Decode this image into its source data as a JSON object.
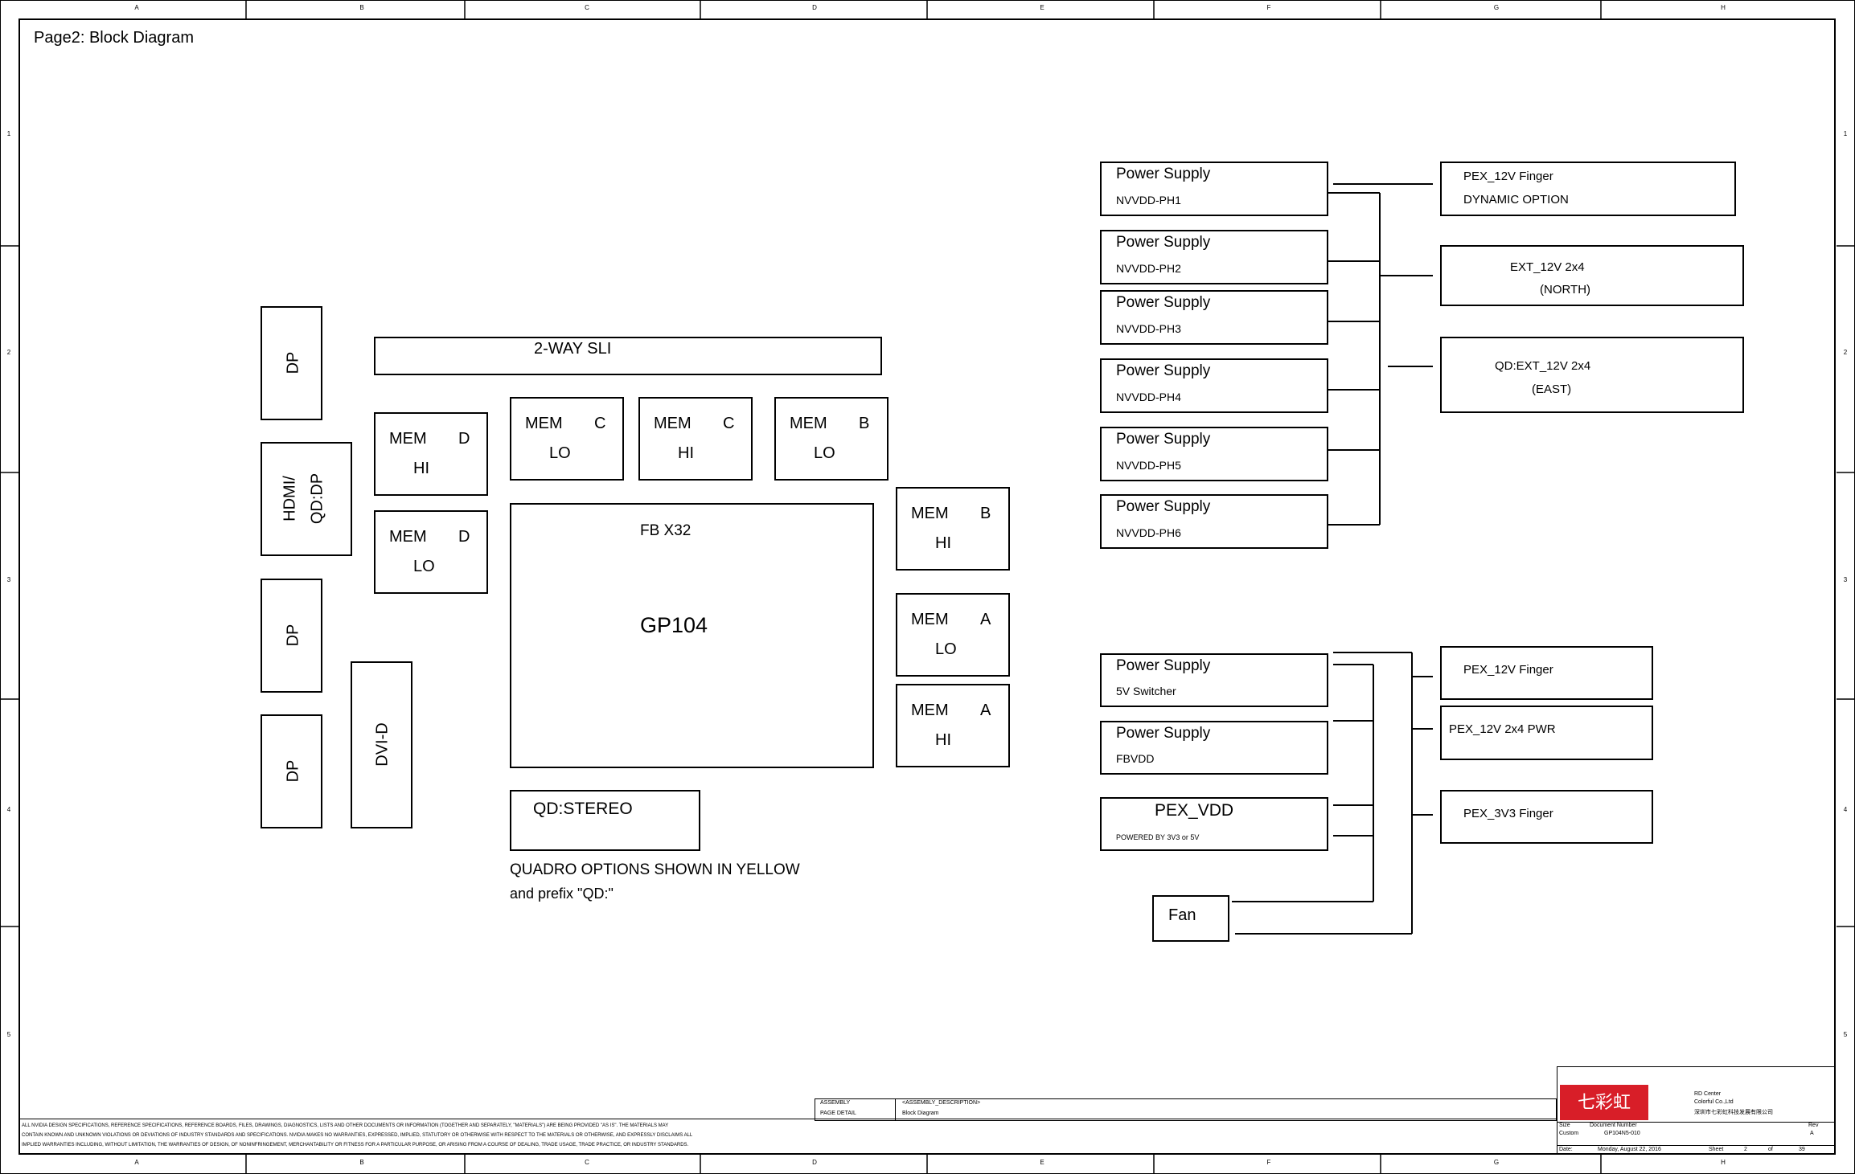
{
  "page_title": "Page2: Block Diagram",
  "ruler": {
    "cols": [
      "A",
      "B",
      "C",
      "D",
      "E",
      "F",
      "G",
      "H"
    ],
    "rows": [
      "1",
      "2",
      "3",
      "4",
      "5"
    ]
  },
  "connectors": {
    "dp1": "DP",
    "hdmi_line1": "HDMI/",
    "hdmi_line2": "QD:DP",
    "dp2": "DP",
    "dp3": "DP",
    "dvi": "DVI-D"
  },
  "sli": "2-WAY SLI",
  "mem": {
    "d_hi": {
      "t": "MEM",
      "ch": "D",
      "half": "HI"
    },
    "d_lo": {
      "t": "MEM",
      "ch": "D",
      "half": "LO"
    },
    "c_lo": {
      "t": "MEM",
      "ch": "C",
      "half": "LO"
    },
    "c_hi": {
      "t": "MEM",
      "ch": "C",
      "half": "HI"
    },
    "b_lo": {
      "t": "MEM",
      "ch": "B",
      "half": "LO"
    },
    "b_hi": {
      "t": "MEM",
      "ch": "B",
      "half": "HI"
    },
    "a_lo": {
      "t": "MEM",
      "ch": "A",
      "half": "LO"
    },
    "a_hi": {
      "t": "MEM",
      "ch": "A",
      "half": "HI"
    }
  },
  "gpu": {
    "fb": "FB X32",
    "name": "GP104"
  },
  "stereo": "QD:STEREO",
  "note": {
    "line1": "QUADRO OPTIONS SHOWN IN YELLOW",
    "line2": "and prefix \"QD:\""
  },
  "power_supplies": [
    {
      "title": "Power Supply",
      "sub": "NVVDD-PH1"
    },
    {
      "title": "Power Supply",
      "sub": "NVVDD-PH2"
    },
    {
      "title": "Power Supply",
      "sub": "NVVDD-PH3"
    },
    {
      "title": "Power Supply",
      "sub": "NVVDD-PH4"
    },
    {
      "title": "Power Supply",
      "sub": "NVVDD-PH5"
    },
    {
      "title": "Power Supply",
      "sub": "NVVDD-PH6"
    }
  ],
  "power_inputs": {
    "pex_finger_dyn": {
      "l1": "PEX_12V Finger",
      "l2": "DYNAMIC OPTION"
    },
    "ext_north": {
      "l1": "EXT_12V 2x4",
      "l2": "(NORTH)"
    },
    "ext_east": {
      "l1": "QD:EXT_12V 2x4",
      "l2": "(EAST)"
    }
  },
  "lower_supplies": {
    "sw5v": {
      "title": "Power Supply",
      "sub": "5V Switcher"
    },
    "fbvdd": {
      "title": "Power Supply",
      "sub": "FBVDD"
    },
    "pexvdd": {
      "title": "PEX_VDD",
      "sub": "POWERED BY 3V3 or 5V"
    },
    "fan": "Fan"
  },
  "lower_inputs": {
    "pex12": "PEX_12V Finger",
    "pex12pwr": "PEX_12V 2x4 PWR",
    "pex3v3": "PEX_3V3 Finger"
  },
  "disclaimer": [
    "ALL NVIDIA DESIGN SPECIFICATIONS, REFERENCE SPECIFICATIONS, REFERENCE BOARDS, FILES, DRAWINGS, DIAGNOSTICS, LISTS AND OTHER DOCUMENTS OR INFORMATION (TOGETHER AND SEPARATELY, \"MATERIALS\") ARE BEING PROVIDED \"AS IS\". THE MATERIALS MAY",
    "CONTAIN KNOWN AND UNKNOWN VIOLATIONS OR DEVIATIONS OF INDUSTRY STANDARDS AND SPECIFICATIONS. NVIDIA MAKES NO WARRANTIES, EXPRESSED, IMPLIED, STATUTORY OR OTHERWISE WITH RESPECT TO THE MATERIALS OR OTHERWISE, AND EXPRESSLY DISCLAIMS ALL",
    "IMPLIED WARRANTIES INCLUDING, WITHOUT LIMITATION, THE WARRANTIES OF DESIGN, OF NONINFRINGEMENT, MERCHANTABILITY OR FITNESS FOR A PARTICULAR PURPOSE, OR ARISING FROM A COURSE OF DEALING, TRADE USAGE, TRADE PRACTICE, OR INDUSTRY STANDARDS."
  ],
  "title_block": {
    "assembly_label": "ASSEMBLY",
    "page_detail_label": "PAGE DETAIL",
    "assembly_desc": "<ASSEMBLY_DESCRIPTION>",
    "page_desc": "Block Diagram",
    "logo_text": "七彩虹",
    "company1": "RD Center",
    "company2": "Colorful Co.,Ltd",
    "company3": "深圳市七彩虹科技发展有限公司",
    "size_label": "Size",
    "size_val": "Custom",
    "doc_label": "Document Number",
    "doc_val": "GP104N5-010",
    "rev_label": "Rev",
    "rev_val": "A",
    "date_label": "Date:",
    "date_val": "Monday, August 22, 2016",
    "sheet_label": "Sheet",
    "sheet_num": "2",
    "of_label": "of",
    "sheet_total": "39"
  },
  "colors": {
    "line": "#000000",
    "logo": "#d81e28"
  }
}
